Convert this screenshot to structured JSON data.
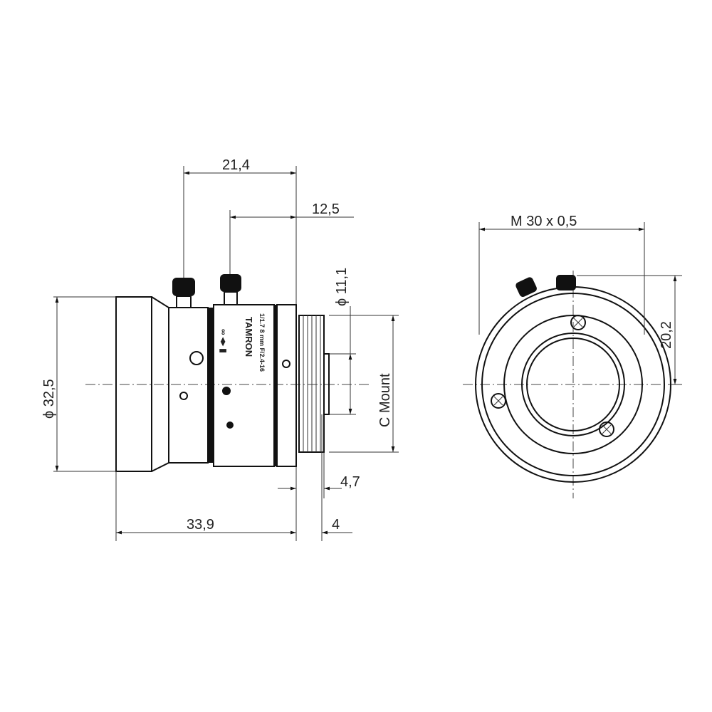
{
  "dimensions": {
    "d21_4": "21,4",
    "d12_5": "12,5",
    "phi11_1": "ϕ 11,1",
    "phi32_5": "ϕ 32,5",
    "c_mount": "C Mount",
    "d4_7": "4,7",
    "d33_9": "33,9",
    "d4": "4",
    "m30": "M 30 x 0,5",
    "d20_2": "20,2"
  },
  "lens_markings": {
    "brand": "TAMRON",
    "spec": "1/1.7 8 mm F/2.4-16"
  },
  "colors": {
    "line": "#111111",
    "background": "#ffffff"
  }
}
